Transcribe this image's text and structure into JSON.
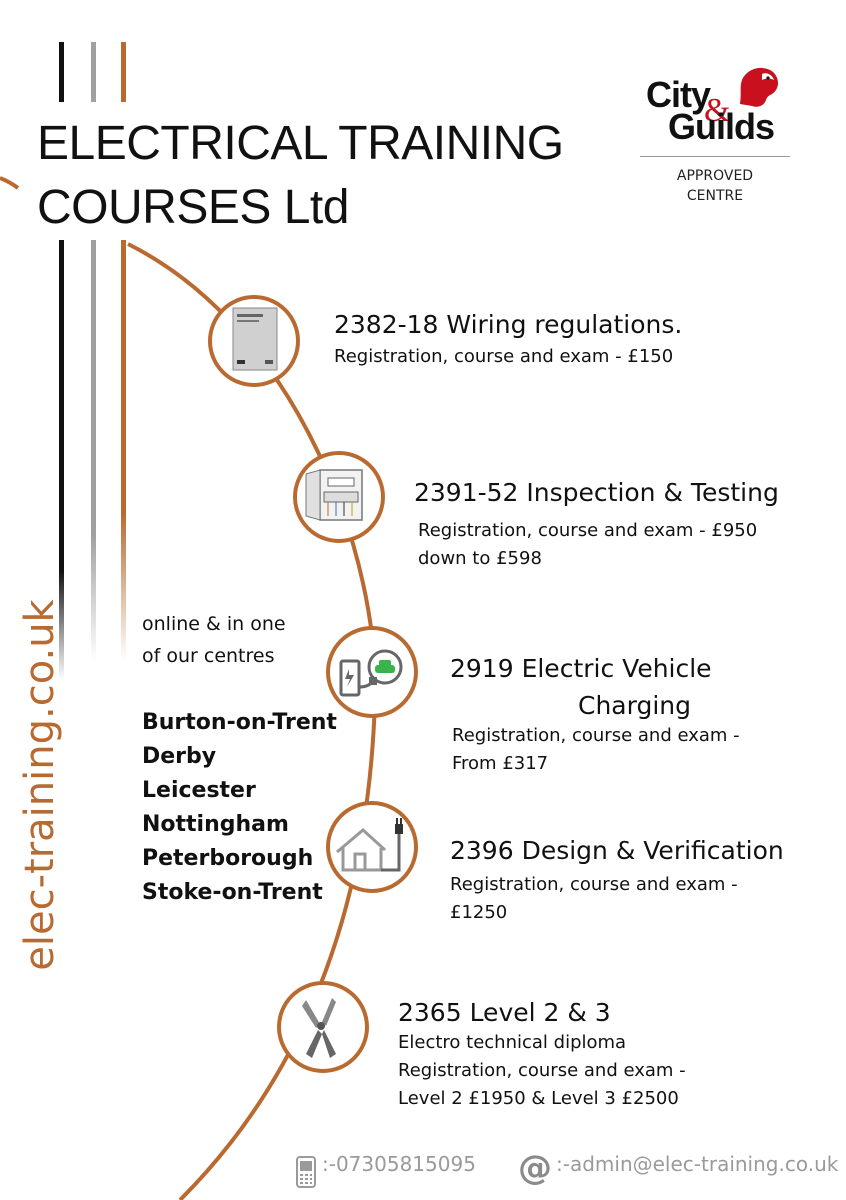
{
  "header": {
    "title_line1": "ELECTRICAL TRAINING",
    "title_line2": "COURSES Ltd"
  },
  "logo": {
    "brand_line1": "City",
    "brand_line2": "Guilds",
    "approved_line1": "APPROVED",
    "approved_line2": "CENTRE"
  },
  "side_url": "elec-training.co.uk",
  "courses": [
    {
      "title": "2382-18 Wiring regulations.",
      "desc": [
        "Registration, course and exam - £150"
      ],
      "icon": "regulations-book-icon"
    },
    {
      "title": "2391-52 Inspection & Testing",
      "desc": [
        "Registration, course and exam - £950",
        "down to £598"
      ],
      "icon": "distribution-board-icon"
    },
    {
      "title": "2919 Electric Vehicle",
      "title2": "Charging",
      "desc": [
        "Registration, course and exam -",
        "From £317"
      ],
      "icon": "ev-charger-icon"
    },
    {
      "title": "2396 Design & Verification",
      "desc": [
        "Registration, course and exam -",
        "£1250"
      ],
      "icon": "house-plug-icon"
    },
    {
      "title": "2365 Level 2 & 3",
      "desc": [
        "Electro technical diploma",
        "Registration, course and exam -",
        "Level 2 £1950 & Level 3 £2500"
      ],
      "icon": "pliers-icon"
    }
  ],
  "locations": {
    "intro_line1": "online & in one",
    "intro_line2": "of our centres",
    "centres": [
      "Burton-on-Trent",
      "Derby",
      "Leicester",
      "Nottingham",
      "Peterborough",
      "Stoke-on-Trent"
    ]
  },
  "contact": {
    "phone": ":-07305815095",
    "email": ":-admin@elec-training.co.uk"
  },
  "colors": {
    "accent": "#b86a30",
    "text": "#111111",
    "muted": "#9a9a9a"
  }
}
